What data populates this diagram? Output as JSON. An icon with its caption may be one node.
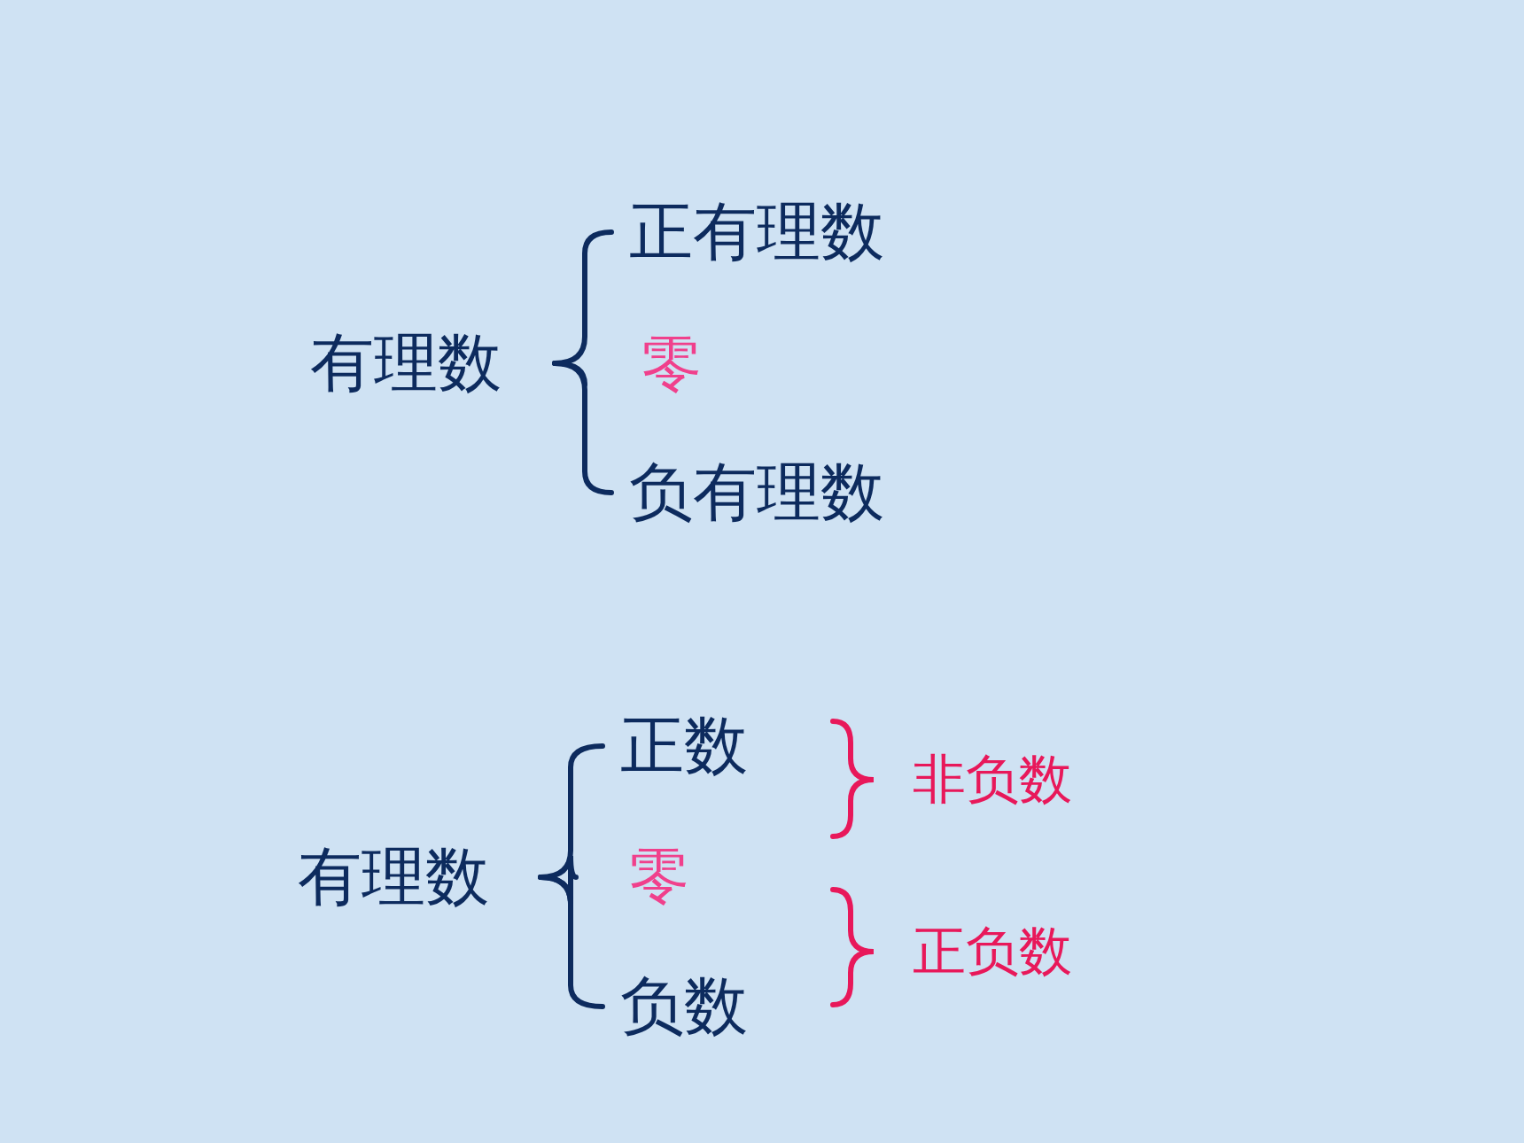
{
  "diagram": {
    "nodes": [
      {
        "text": [
          "有理数"
        ]
      },
      {
        "text": [
          "正有理数"
        ]
      },
      {
        "text": [
          "零"
        ]
      },
      {
        "text": [
          "负有理数"
        ]
      },
      {
        "text": [
          "有理数"
        ]
      },
      {
        "text": [
          "正数"
        ]
      },
      {
        "text": [
          "零"
        ]
      },
      {
        "text": [
          "负数"
        ]
      }
    ],
    "edges": [
      {
        "from": 0,
        "to": 1,
        "arrow": "none"
      },
      {
        "from": 0,
        "to": 2,
        "arrow": "none"
      },
      {
        "from": 0,
        "to": 3,
        "arrow": "none"
      },
      {
        "from": 4,
        "to": 5,
        "arrow": "none"
      },
      {
        "from": 4,
        "to": 6,
        "arrow": "none"
      },
      {
        "from": 4,
        "to": 7,
        "arrow": "none"
      }
    ],
    "labels": [
      "非负数",
      "正负数"
    ]
  }
}
